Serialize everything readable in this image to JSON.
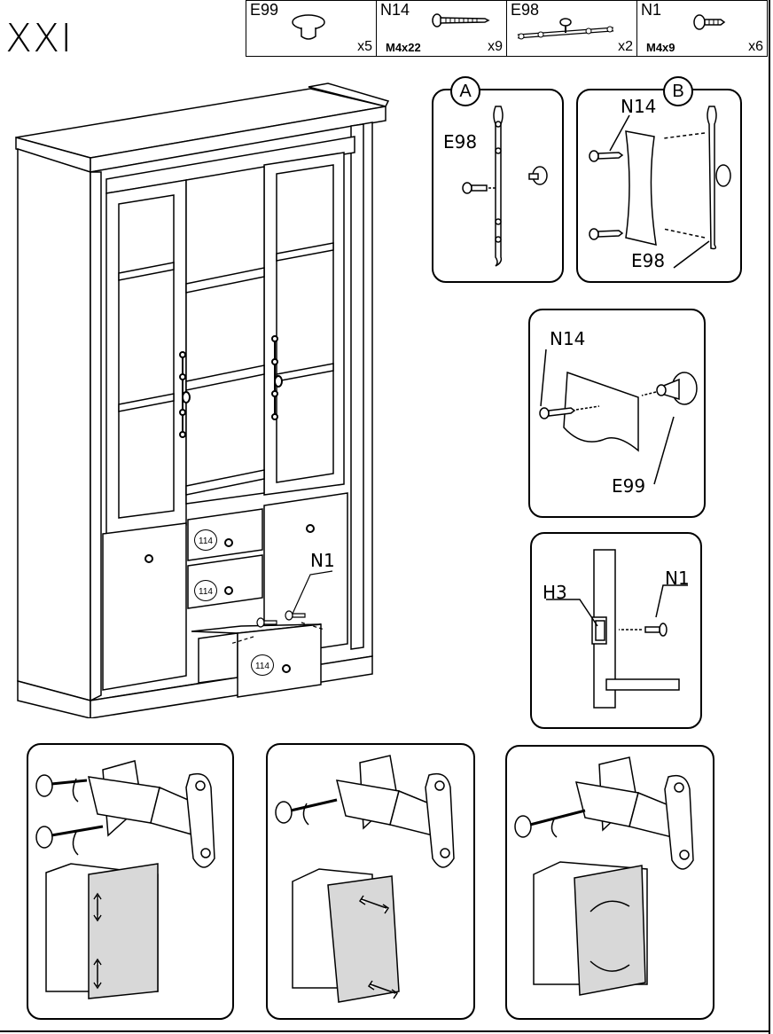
{
  "page": {
    "step_title": "XXI"
  },
  "parts": [
    {
      "code": "E99",
      "spec": "",
      "qty": "x5",
      "icon": "knob-icon"
    },
    {
      "code": "N14",
      "spec": "M4x22",
      "qty": "x9",
      "icon": "long-screw-icon"
    },
    {
      "code": "E98",
      "spec": "",
      "qty": "x2",
      "icon": "bar-handle-icon"
    },
    {
      "code": "N1",
      "spec": "M4x9",
      "qty": "x6",
      "icon": "short-screw-icon"
    }
  ],
  "detail_a": {
    "badge": "A",
    "part_label": "E98"
  },
  "detail_b": {
    "badge": "B",
    "screw_label": "N14",
    "handle_label": "E98"
  },
  "detail_knob": {
    "screw_label": "N14",
    "knob_label": "E99"
  },
  "detail_hinge_plate": {
    "plate_label": "H3",
    "screw_label": "N1"
  },
  "cabinet": {
    "screw_label": "N1",
    "drawer_tags": [
      "114",
      "114",
      "114"
    ]
  },
  "adjustment_panels": [
    {
      "name": "height-adjustment",
      "arrow_type": "vertical"
    },
    {
      "name": "side-adjustment",
      "arrow_type": "horizontal"
    },
    {
      "name": "depth-adjustment",
      "arrow_type": "rotate"
    }
  ]
}
